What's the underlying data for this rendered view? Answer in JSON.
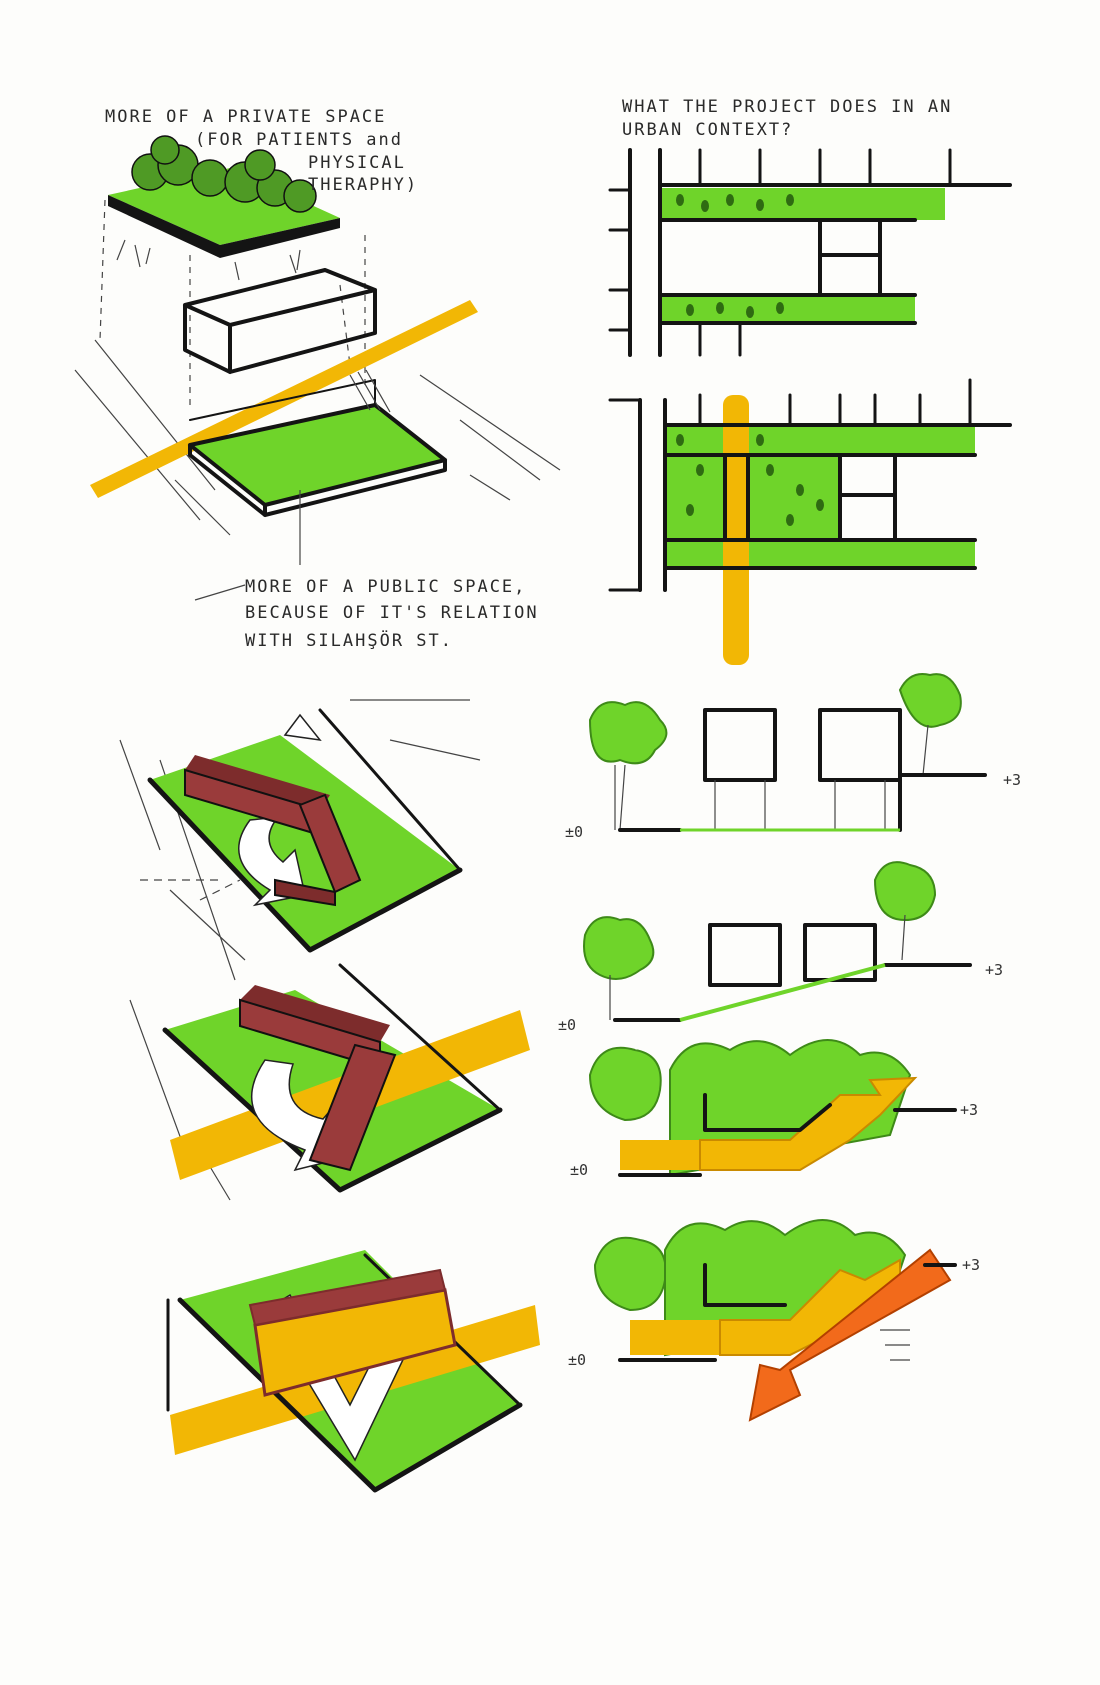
{
  "annotations": {
    "private_space": [
      "MORE OF A PRIVATE SPACE",
      "(FOR PATIENTS and",
      "PHYSICAL",
      "THERAPHY)"
    ],
    "public_space": [
      "MORE OF A PUBLIC SPACE,",
      "BECAUSE OF IT'S RELATION",
      "WITH SILAHŞÖR ST."
    ],
    "urban_question": [
      "WHAT THE PROJECT DOES IN AN",
      "URBAN CONTEXT?"
    ]
  },
  "section_levels": {
    "zero": "±0",
    "three": "+3"
  },
  "colors": {
    "green": "#6fd42a",
    "dark_green": "#3e8a18",
    "yellow": "#f2b705",
    "red_brown": "#9a3b3b",
    "orange": "#f26a1b",
    "ink": "#141414"
  }
}
